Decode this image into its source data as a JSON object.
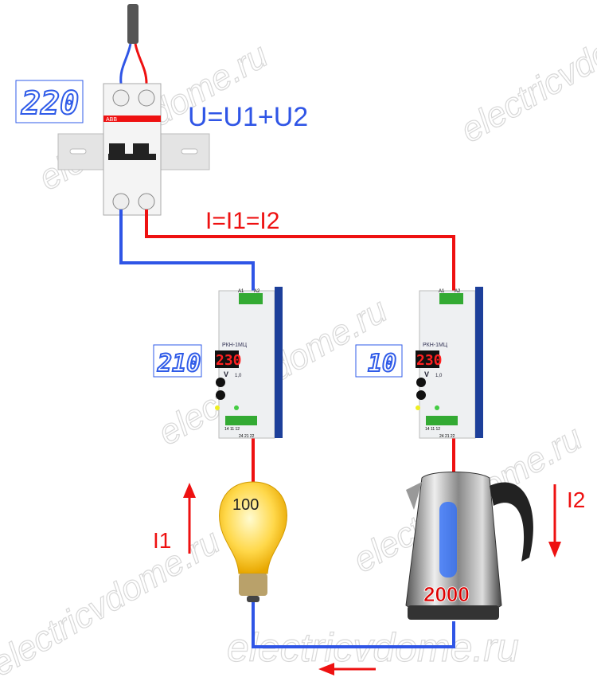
{
  "supply": {
    "voltage_display": "220",
    "breaker_brand": "ABB"
  },
  "formulas": {
    "voltage": "U=U1+U2",
    "current": "I=I1=I2"
  },
  "relays": [
    {
      "model": "РКН-1МЦ",
      "display": "230",
      "unit": "V",
      "scale": "1,0",
      "terminals_top": [
        "A1",
        "A2"
      ],
      "terminals_bottom_1": "14 11 12",
      "terminals_bottom_2": "24 21 22",
      "voltage_readout": "210"
    },
    {
      "model": "РКН-1МЦ",
      "display": "230",
      "unit": "V",
      "scale": "1,0",
      "terminals_top": [
        "A1",
        "A2"
      ],
      "terminals_bottom_1": "14 11 12",
      "terminals_bottom_2": "24 21 22",
      "voltage_readout": "10"
    }
  ],
  "loads": {
    "lamp_power": "100",
    "kettle_power": "2000"
  },
  "currents": {
    "lamp": "I1",
    "kettle": "I2"
  },
  "watermark": "electricvdome.ru",
  "colors": {
    "phase": "#ee1111",
    "neutral": "#2f55e6",
    "display": "#2f5be8"
  }
}
